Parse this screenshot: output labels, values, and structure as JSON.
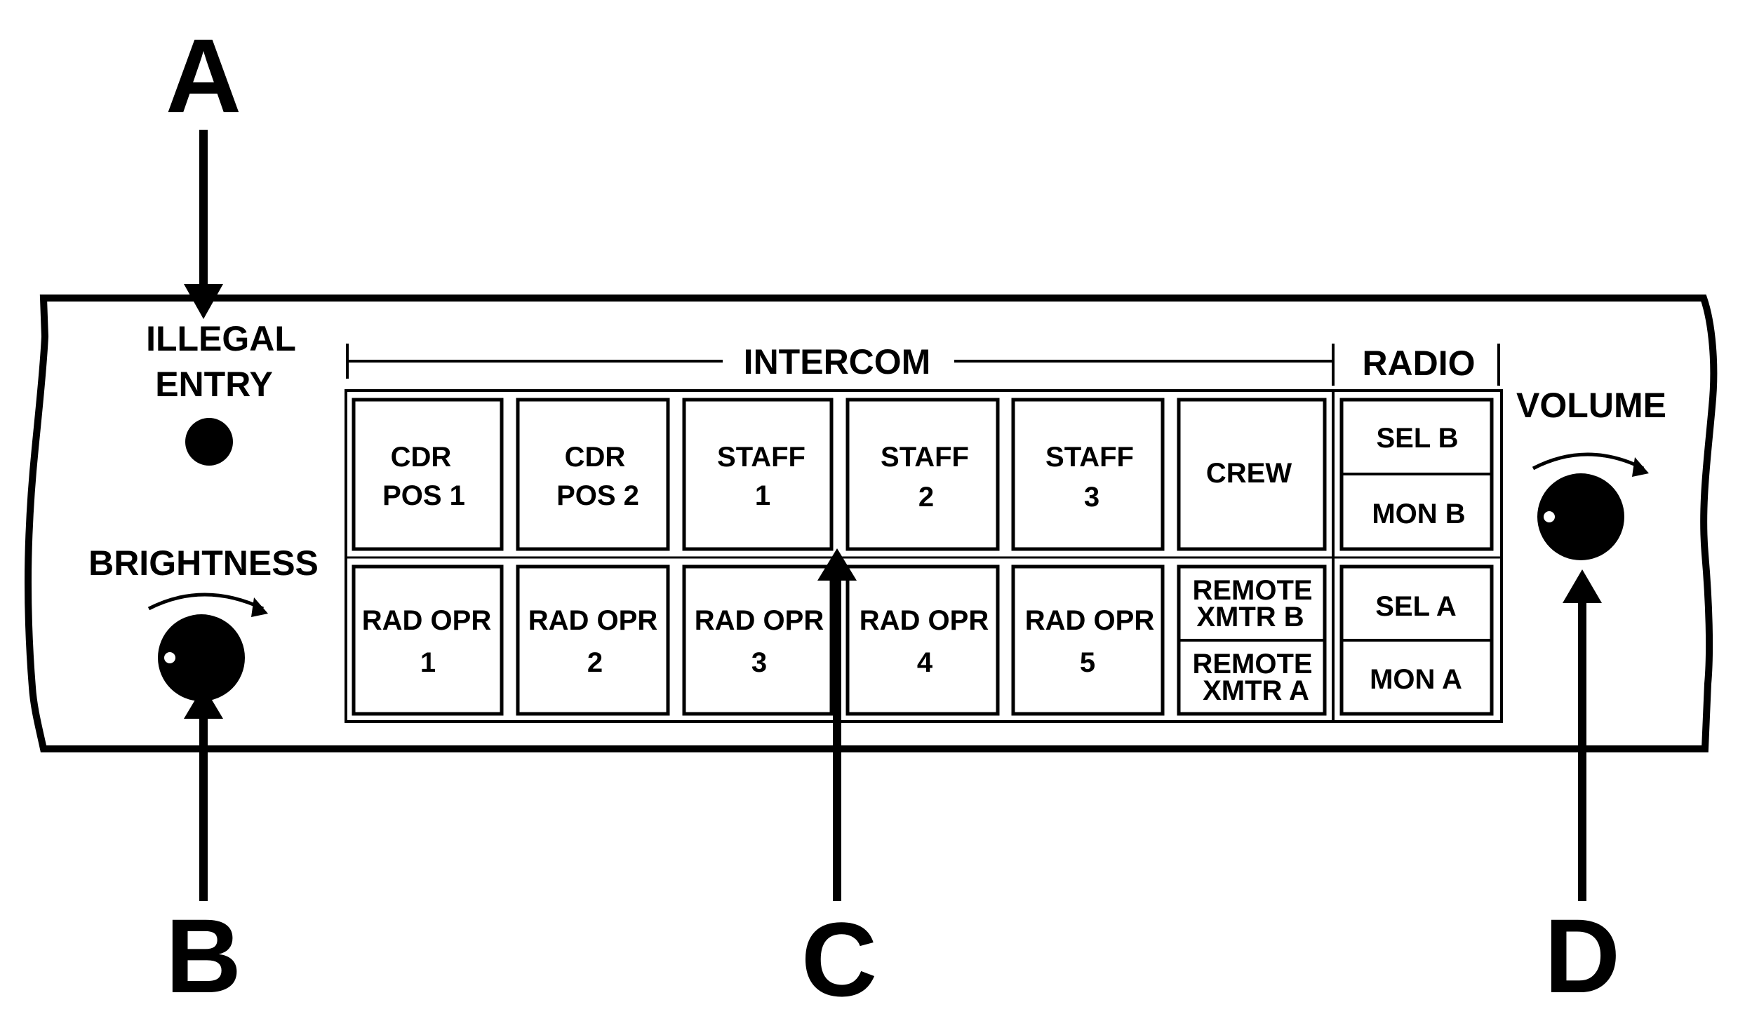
{
  "callouts": {
    "a": "A",
    "b": "B",
    "c": "C",
    "d": "D"
  },
  "panel": {
    "illegal_entry_line1": "ILLEGAL",
    "illegal_entry_line2": "ENTRY",
    "brightness": "BRIGHTNESS",
    "volume": "VOLUME",
    "intercom_header": "INTERCOM",
    "radio_header": "RADIO"
  },
  "intercom_keys": {
    "top": [
      {
        "line1": "CDR",
        "line2": "POS 1"
      },
      {
        "line1": "CDR",
        "line2": "POS 2"
      },
      {
        "line1": "STAFF",
        "line2": "1"
      },
      {
        "line1": "STAFF",
        "line2": "2"
      },
      {
        "line1": "STAFF",
        "line2": "3"
      },
      {
        "line1": "CREW",
        "line2": ""
      }
    ],
    "bottom": [
      {
        "line1": "RAD OPR",
        "line2": "1"
      },
      {
        "line1": "RAD OPR",
        "line2": "2"
      },
      {
        "line1": "RAD OPR",
        "line2": "3"
      },
      {
        "line1": "RAD OPR",
        "line2": "4"
      },
      {
        "line1": "RAD OPR",
        "line2": "5"
      }
    ],
    "remote_b": {
      "line1": "REMOTE",
      "line2": "XMTR B"
    },
    "remote_a": {
      "line1": "REMOTE",
      "line2": "XMTR A"
    }
  },
  "radio_keys": {
    "sel_b": "SEL B",
    "mon_b": "MON B",
    "sel_a": "SEL A",
    "mon_a": "MON A"
  }
}
